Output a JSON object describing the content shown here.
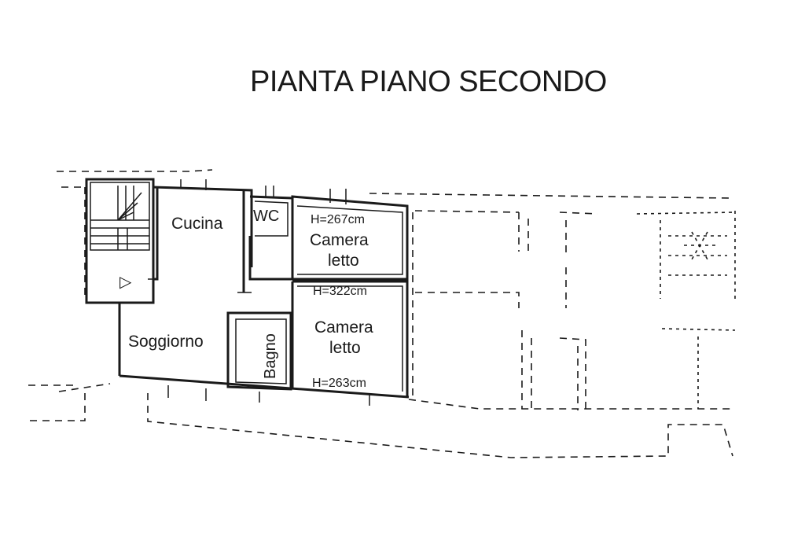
{
  "title": "PIANTA PIANO SECONDO",
  "rooms": {
    "cucina": "Cucina",
    "wc": "WC",
    "camera1_line1": "Camera",
    "camera1_line2": "letto",
    "camera1_height": "H=267cm",
    "soggiorno": "Soggiorno",
    "bagno": "Bagno",
    "camera2_line1": "Camera",
    "camera2_line2": "letto",
    "camera2_height_top": "H=322cm",
    "camera2_height_bottom": "H=263cm"
  },
  "symbols": {
    "stair_arrow": "▷"
  },
  "colors": {
    "ink": "#1a1a1a",
    "background": "#ffffff"
  }
}
